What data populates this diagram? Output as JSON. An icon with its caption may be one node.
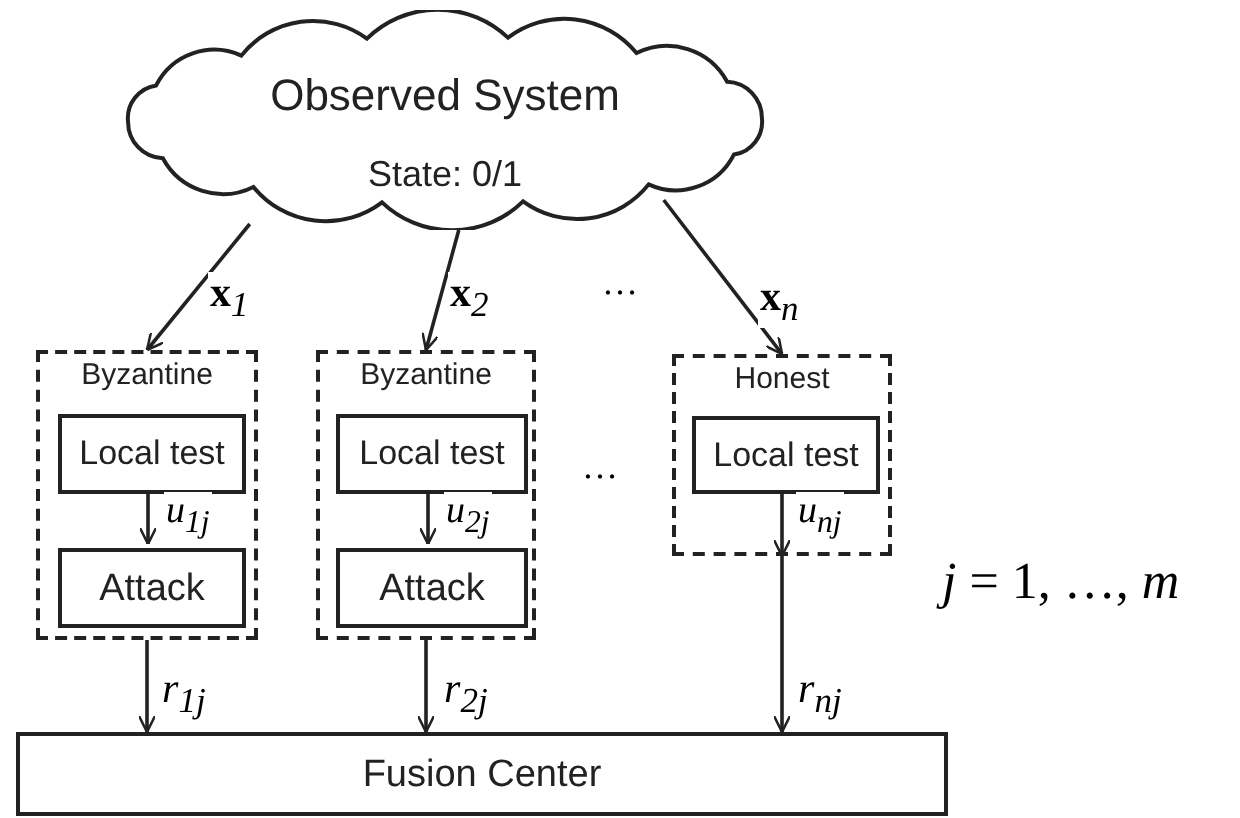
{
  "diagram": {
    "nodes": [
      {
        "text": [
          "Observed System",
          "State: 0/1"
        ]
      },
      {
        "text": [
          "Byzantine"
        ]
      },
      {
        "text": [
          "Local test"
        ],
        "in": 1
      },
      {
        "text": [
          "Attack"
        ],
        "in": 1
      },
      {
        "text": [
          "Byzantine"
        ]
      },
      {
        "text": [
          "Local test"
        ],
        "in": 4
      },
      {
        "text": [
          "Attack"
        ],
        "in": 4
      },
      {
        "text": [
          "Honest"
        ]
      },
      {
        "text": [
          "Local test"
        ],
        "in": 7
      },
      {
        "text": [
          "Fusion Center"
        ]
      }
    ],
    "edges": [
      {
        "from": 0,
        "to": 1,
        "arrow": "to",
        "label": "**x**$_{1}$"
      },
      {
        "from": 0,
        "to": 4,
        "arrow": "to",
        "label": "**x**$_{2}$"
      },
      {
        "from": 0,
        "to": 7,
        "arrow": "to",
        "label": "**x**$_{n}$"
      },
      {
        "from": 2,
        "to": 3,
        "arrow": "to",
        "label": "*u*$_{1j}$"
      },
      {
        "from": 5,
        "to": 6,
        "arrow": "to",
        "label": "*u*$_{2j}$"
      },
      {
        "from": 8,
        "to": null,
        "arrow": "to",
        "label": "*u*$_{nj}$"
      },
      {
        "from": 1,
        "to": 9,
        "arrow": "to",
        "label": "*r*$_{1j}$"
      },
      {
        "from": 4,
        "to": 9,
        "arrow": "to",
        "label": "*r*$_{2j}$"
      },
      {
        "from": 7,
        "to": 9,
        "arrow": "to",
        "label": "*r*$_{nj}$"
      }
    ],
    "labels": [
      "…",
      "…",
      "*j* = 1, …, *m*"
    ]
  }
}
